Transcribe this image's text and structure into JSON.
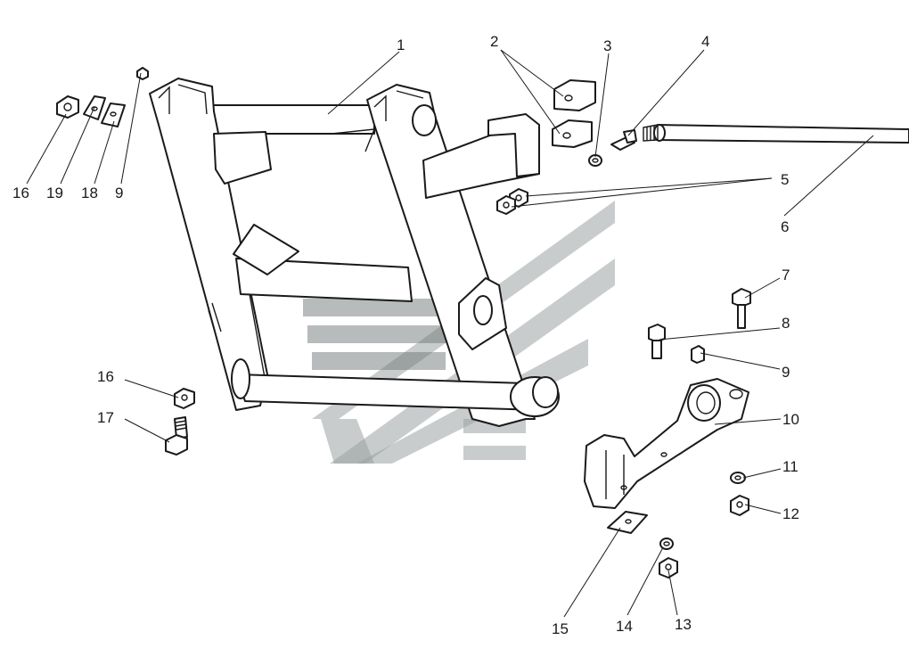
{
  "callouts": [
    {
      "id": "1",
      "label": "1"
    },
    {
      "id": "2",
      "label": "2"
    },
    {
      "id": "3",
      "label": "3"
    },
    {
      "id": "4",
      "label": "4"
    },
    {
      "id": "5",
      "label": "5"
    },
    {
      "id": "6",
      "label": "6"
    },
    {
      "id": "7",
      "label": "7"
    },
    {
      "id": "8",
      "label": "8"
    },
    {
      "id": "9a",
      "label": "9"
    },
    {
      "id": "9b",
      "label": "9"
    },
    {
      "id": "10",
      "label": "10"
    },
    {
      "id": "11",
      "label": "11"
    },
    {
      "id": "12",
      "label": "12"
    },
    {
      "id": "13",
      "label": "13"
    },
    {
      "id": "14",
      "label": "14"
    },
    {
      "id": "15",
      "label": "15"
    },
    {
      "id": "16a",
      "label": "16"
    },
    {
      "id": "16b",
      "label": "16"
    },
    {
      "id": "17",
      "label": "17"
    },
    {
      "id": "18",
      "label": "18"
    },
    {
      "id": "19",
      "label": "19"
    }
  ],
  "colors": {
    "line": "#1a1a1a",
    "watermark": "#9aa3a3",
    "background": "#ffffff"
  }
}
